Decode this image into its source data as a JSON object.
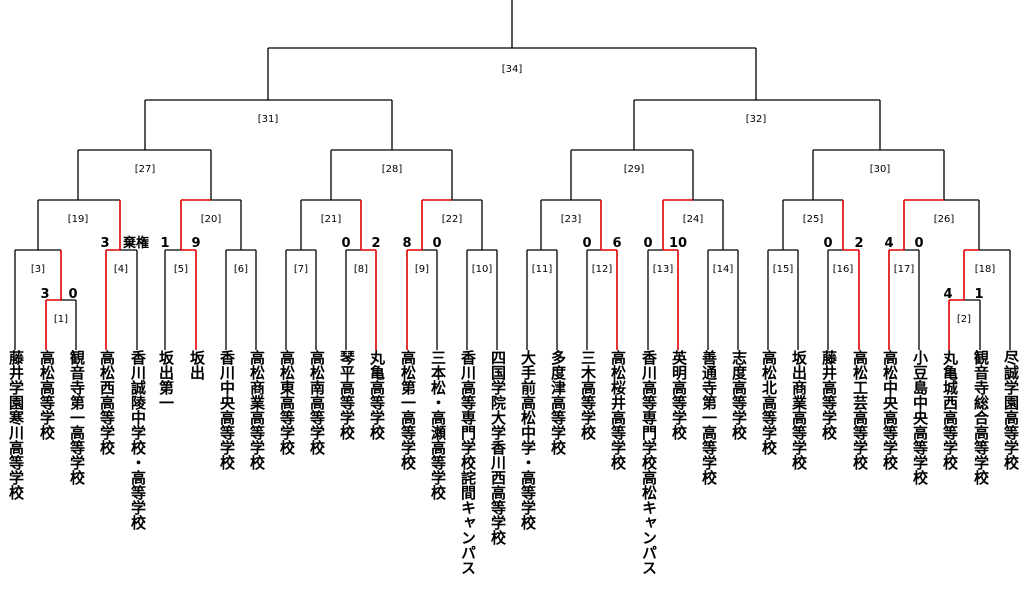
{
  "bracket": {
    "teams": [
      "藤井学園寒川高等学校",
      "高松高等学校",
      "観音寺第一高等学校",
      "高松西高等学校",
      "香川誠陵中学校・高等学校",
      "坂出第一",
      "坂出",
      "香川中央高等学校",
      "高松商業高等学校",
      "高松東高等学校",
      "高松南高等学校",
      "琴平高等学校",
      "丸亀高等学校",
      "高松第一高等学校",
      "三本松・高瀬高等学校",
      "香川高等専門学校詫間キャンパス",
      "四国学院大学香川西高等学校",
      "大手前高松中学・高等学校",
      "多度津高等学校",
      "三木高等学校",
      "高松桜井高等学校",
      "香川高等専門学校高松キャンパス",
      "英明高等学校",
      "善通寺第一高等学校",
      "志度高等学校",
      "高松北高等学校",
      "坂出商業高等学校",
      "藤井高等学校",
      "高松工芸高等学校",
      "高松中央高等学校",
      "小豆島中央高等学校",
      "丸亀城西高等学校",
      "観音寺総合高等学校",
      "尽誠学園高等学校"
    ],
    "match_labels": [
      "[1]",
      "[2]",
      "[3]",
      "[4]",
      "[5]",
      "[6]",
      "[7]",
      "[8]",
      "[9]",
      "[10]",
      "[11]",
      "[12]",
      "[13]",
      "[14]",
      "[15]",
      "[16]",
      "[17]",
      "[18]",
      "[19]",
      "[20]",
      "[21]",
      "[22]",
      "[23]",
      "[24]",
      "[25]",
      "[26]",
      "[27]",
      "[28]",
      "[29]",
      "[30]",
      "[31]",
      "[32]",
      "[34]"
    ],
    "scores": [
      {
        "left": "3",
        "right": "0"
      },
      {
        "left": "4",
        "right": "1"
      },
      {
        "left": "3",
        "right": "棄権"
      },
      {
        "left": "1",
        "right": "9"
      },
      {
        "left": "0",
        "right": "2"
      },
      {
        "left": "8",
        "right": "0"
      },
      {
        "left": "0",
        "right": "6"
      },
      {
        "left": "0",
        "right": "10"
      },
      {
        "left": "0",
        "right": "2"
      },
      {
        "left": "4",
        "right": "0"
      }
    ],
    "win_color": "#e00000",
    "line_color": "#000000"
  }
}
